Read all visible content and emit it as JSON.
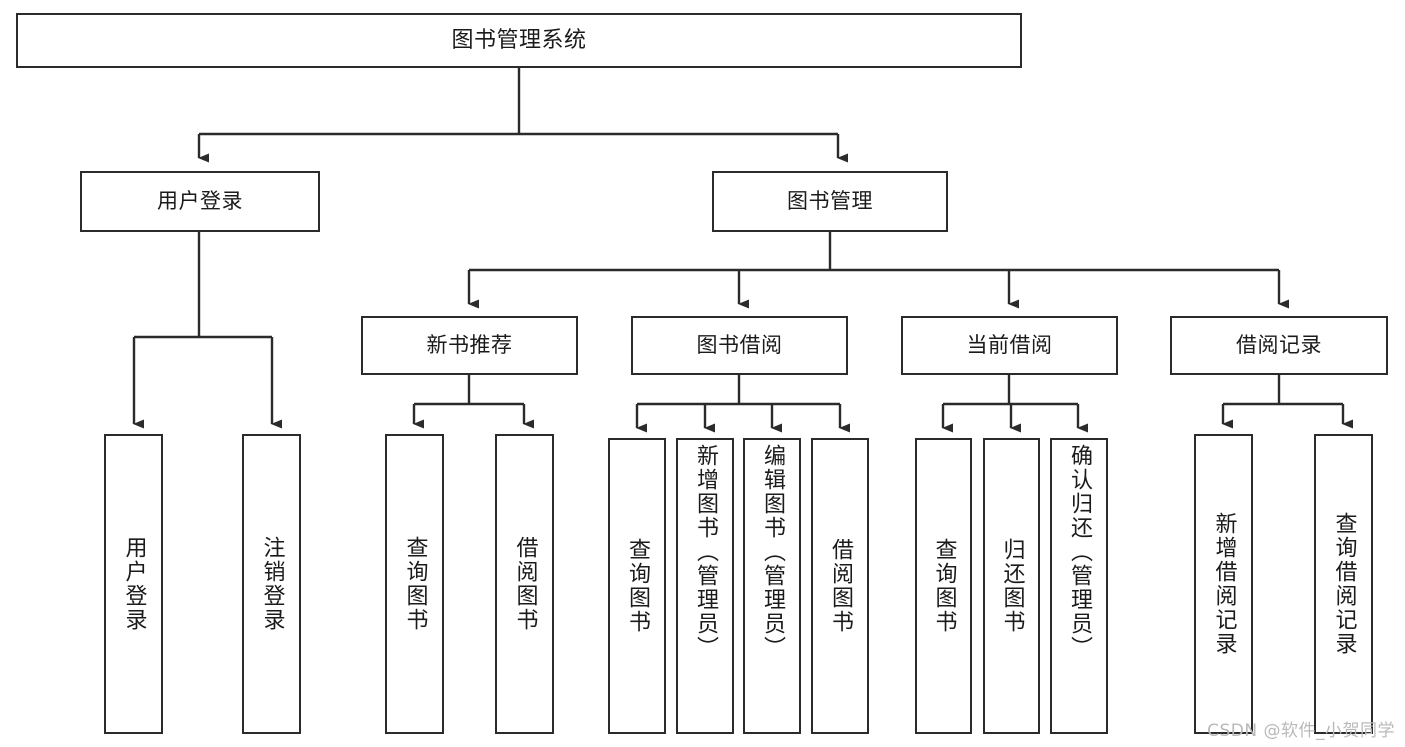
{
  "diagram": {
    "title": "图书管理系统",
    "watermark": "CSDN @软件_小贺同学",
    "line_color": "#2b2b2b",
    "box_border_color": "#2b2b2b",
    "box_fill_color": "#ffffff",
    "background_color": "#ffffff",
    "root": {
      "label": "图书管理系统"
    },
    "level2": [
      {
        "label": "用户登录"
      },
      {
        "label": "图书管理"
      }
    ],
    "level3": [
      {
        "label": "新书推荐"
      },
      {
        "label": "图书借阅"
      },
      {
        "label": "当前借阅"
      },
      {
        "label": "借阅记录"
      }
    ],
    "leaves": {
      "user_login": [
        {
          "label": "用户登录"
        },
        {
          "label": "注销登录"
        }
      ],
      "new_book_recommend": [
        {
          "label": "查询图书"
        },
        {
          "label": "借阅图书"
        }
      ],
      "book_borrow": [
        {
          "label": "查询图书"
        },
        {
          "label": "新增图书（管理员）"
        },
        {
          "label": "编辑图书（管理员）"
        },
        {
          "label": "借阅图书"
        }
      ],
      "current_borrow": [
        {
          "label": "查询图书"
        },
        {
          "label": "归还图书"
        },
        {
          "label": "确认归还（管理员）"
        }
      ],
      "borrow_record": [
        {
          "label": "新增借阅记录"
        },
        {
          "label": "查询借阅记录"
        }
      ]
    }
  }
}
